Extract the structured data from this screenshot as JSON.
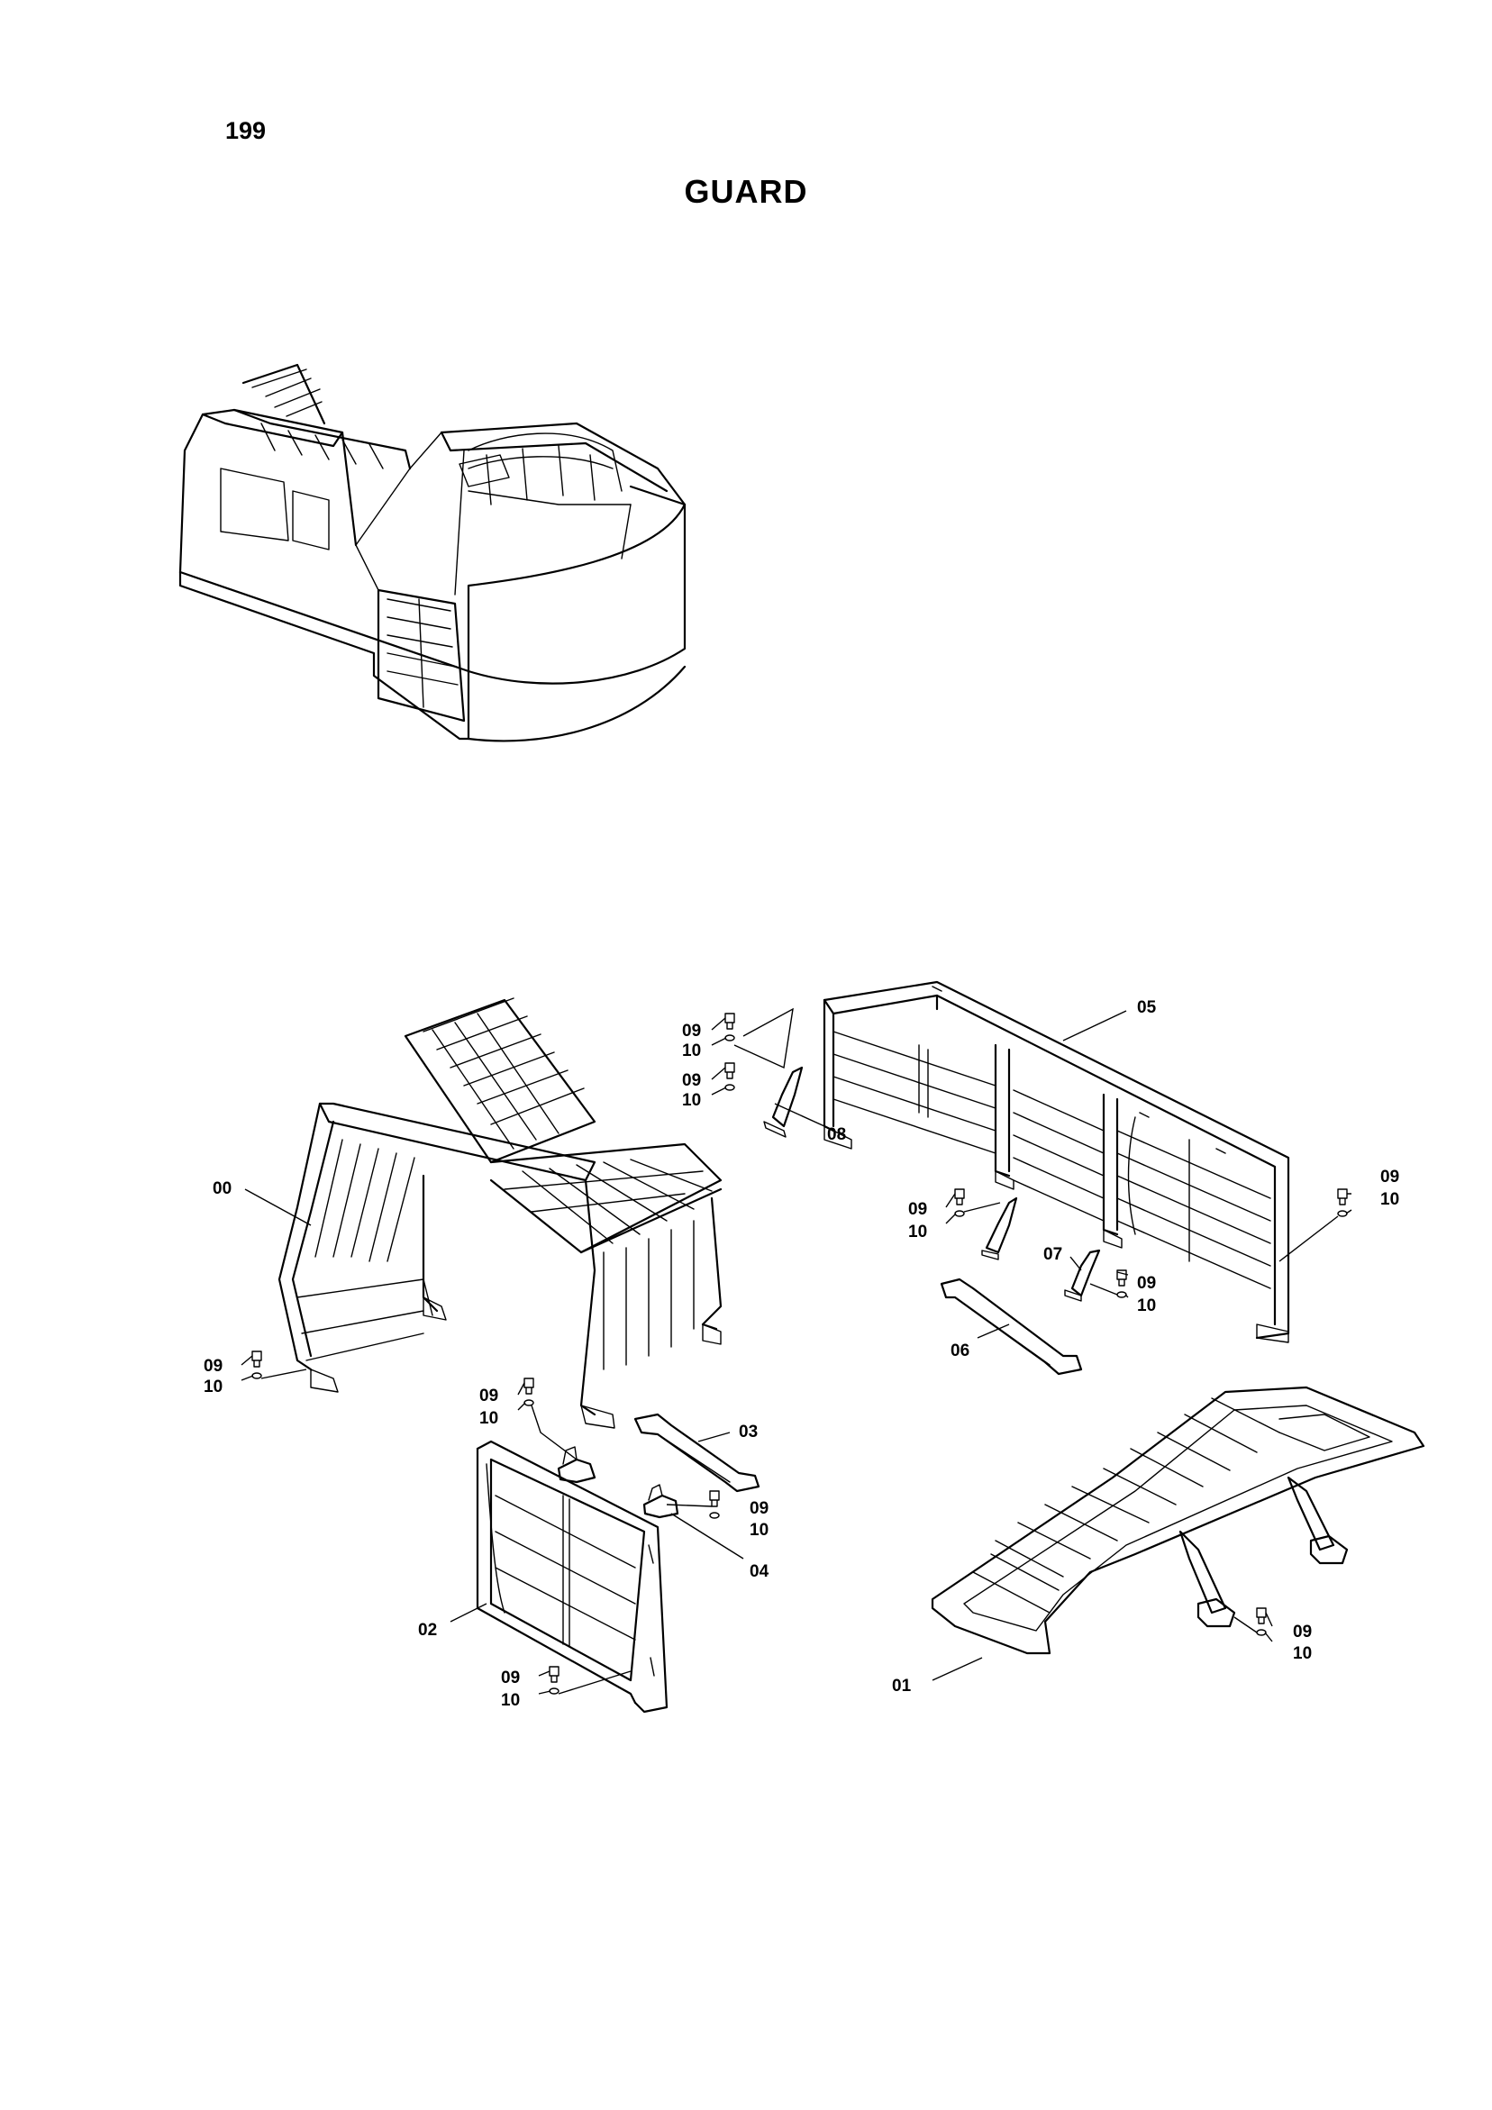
{
  "page_number": "199",
  "title": "GUARD",
  "callouts": [
    {
      "id": "c-00",
      "text": "00"
    },
    {
      "id": "c-01",
      "text": "01"
    },
    {
      "id": "c-02",
      "text": "02"
    },
    {
      "id": "c-03",
      "text": "03"
    },
    {
      "id": "c-04",
      "text": "04"
    },
    {
      "id": "c-05",
      "text": "05"
    },
    {
      "id": "c-06",
      "text": "06"
    },
    {
      "id": "c-07",
      "text": "07"
    },
    {
      "id": "c-08",
      "text": "08"
    },
    {
      "id": "c-09a",
      "text": "09"
    },
    {
      "id": "c-10a",
      "text": "10"
    },
    {
      "id": "c-09b",
      "text": "09"
    },
    {
      "id": "c-10b",
      "text": "10"
    },
    {
      "id": "c-09c",
      "text": "09"
    },
    {
      "id": "c-10c",
      "text": "10"
    },
    {
      "id": "c-09d",
      "text": "09"
    },
    {
      "id": "c-10d",
      "text": "10"
    },
    {
      "id": "c-09e",
      "text": "09"
    },
    {
      "id": "c-10e",
      "text": "10"
    },
    {
      "id": "c-09f",
      "text": "09"
    },
    {
      "id": "c-10f",
      "text": "10"
    },
    {
      "id": "c-09g",
      "text": "09"
    },
    {
      "id": "c-10g",
      "text": "10"
    },
    {
      "id": "c-09h",
      "text": "09"
    },
    {
      "id": "c-10h",
      "text": "10"
    },
    {
      "id": "c-09i",
      "text": "09"
    },
    {
      "id": "c-10i",
      "text": "10"
    },
    {
      "id": "c-09j",
      "text": "09"
    },
    {
      "id": "c-10j",
      "text": "10"
    }
  ]
}
